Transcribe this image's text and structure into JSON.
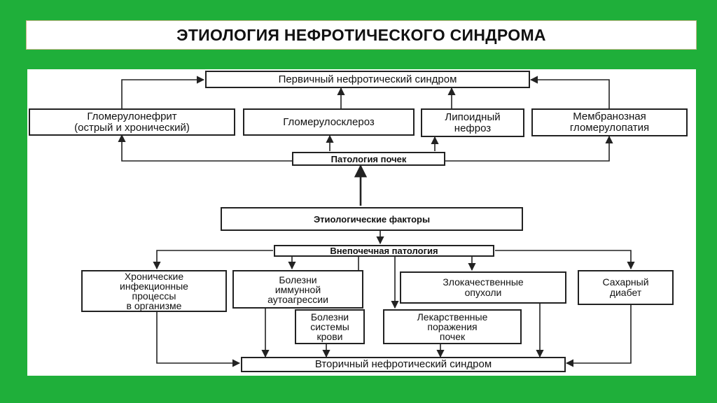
{
  "title": "ЭТИОЛОГИЯ НЕФРОТИЧЕСКОГО СИНДРОМА",
  "nodes": {
    "primary": "Первичный нефротический синдром",
    "glomerulonephritis": "Гломерулонефрит\n(острый и хронический)",
    "glomerulosclerosis": "Гломерулосклероз",
    "lipoid_nephrosis": "Липоидный\nнефроз",
    "membranous": "Мембранозная\nгломерулопатия",
    "kidney_pathology": "Патология почек",
    "etiological_factors": "Этиологические факторы",
    "extrarenal": "Внепочечная патология",
    "chronic_infections": "Хронические\nинфекционные\nпроцессы\nв организме",
    "autoaggression": "Болезни\nиммунной\nаутоагрессии",
    "tumors": "Злокачественные\nопухоли",
    "diabetes": "Сахарный\nдиабет",
    "blood_diseases": "Болезни\nсистемы\nкрови",
    "drug_damage": "Лекарственные\nпоражения\nпочек",
    "secondary": "Вторичный нефротический синдром"
  },
  "colors": {
    "background": "#1faf3a",
    "panel": "#ffffff",
    "ink": "#111111"
  }
}
